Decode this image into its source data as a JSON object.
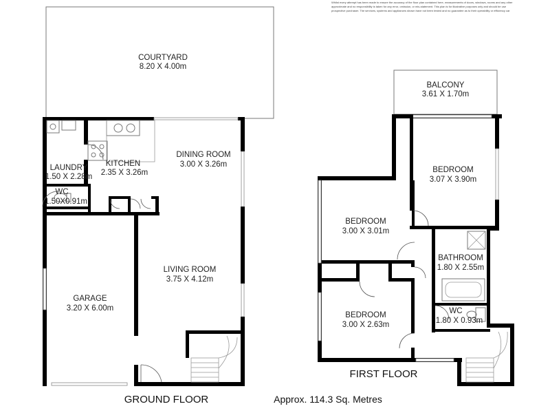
{
  "disclaimer": [
    "Whilst every attempt has been made to ensure the accuracy of the floor plan contained here, measurements of doors, windows, rooms and any other",
    "approximate and no responsibility is taken for any error, omission, or mis-statement. This plan is for illustrative purposes only and should be use",
    "prospective purchaser. The services, systems and appliances shown have not been tested and no guarantee as to their operability or efficiency car"
  ],
  "ground_floor": {
    "title": "GROUND FLOOR",
    "rooms": {
      "courtyard": {
        "name": "COURTYARD",
        "size": "8.20 X 4.00m"
      },
      "dining": {
        "name": "DINING ROOM",
        "size": "3.00 X 3.26m"
      },
      "kitchen": {
        "name": "KITCHEN",
        "size": "2.35 X 3.26m"
      },
      "laundry": {
        "name": "LAUNDRY",
        "size": "1.50 X 2.28m"
      },
      "wc": {
        "name": "WC",
        "size": "1.50X0.91m"
      },
      "garage": {
        "name": "GARAGE",
        "size": "3.20 X 6.00m"
      },
      "living": {
        "name": "LIVING ROOM",
        "size": "3.75 X 4.12m"
      }
    }
  },
  "first_floor": {
    "title": "FIRST FLOOR",
    "rooms": {
      "balcony": {
        "name": "BALCONY",
        "size": "3.61 X 1.70m"
      },
      "bedroom1": {
        "name": "BEDROOM",
        "size": "3.07 X 3.90m"
      },
      "bedroom2": {
        "name": "BEDROOM",
        "size": "3.00 X 3.01m"
      },
      "bathroom": {
        "name": "BATHROOM",
        "size": "1.80 X 2.55m"
      },
      "bedroom3": {
        "name": "BEDROOM",
        "size": "3.00 X 2.63m"
      },
      "wc": {
        "name": "WC",
        "size": "1.80 X 0.93m"
      }
    }
  },
  "total_area": "Approx. 114.3 Sq. Metres"
}
